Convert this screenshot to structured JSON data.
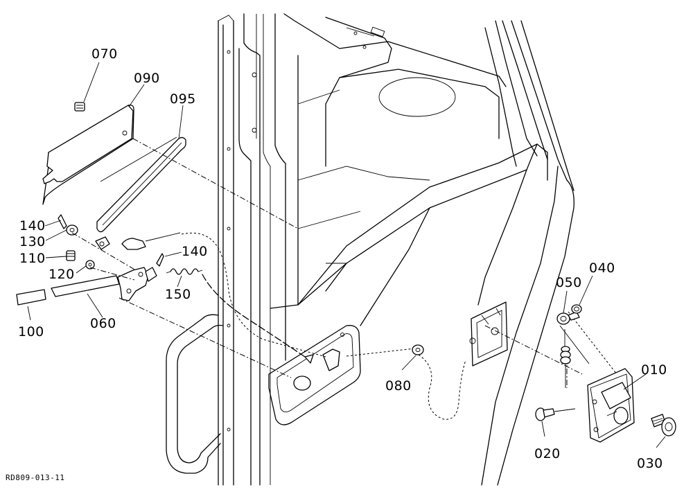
{
  "callouts": {
    "p070": "070",
    "p090": "090",
    "p095": "095",
    "p140a": "140",
    "p130": "130",
    "p110": "110",
    "p120": "120",
    "p140b": "140",
    "p150": "150",
    "p100": "100",
    "p060": "060",
    "p080": "080",
    "p050": "050",
    "p040": "040",
    "p010": "010",
    "p020": "020",
    "p030": "030"
  },
  "reference_code": "RD809-013-11"
}
